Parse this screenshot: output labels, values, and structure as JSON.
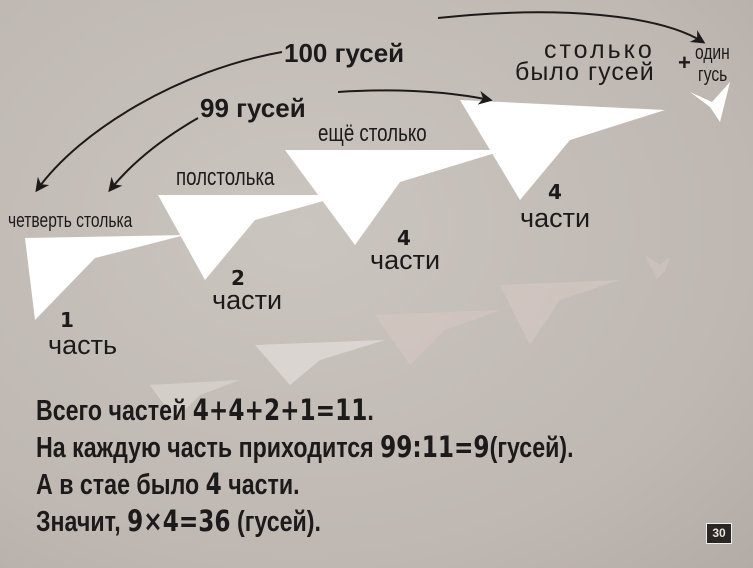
{
  "labels": {
    "hundred_geese": "100 гусей",
    "ninetynine_geese": "99 гусей",
    "same_again": "ещё столько",
    "half_as_many": "полстолька",
    "quarter_as_many": "четверть столька",
    "as_many_line1": "столько",
    "as_many_line2": "было гусей",
    "plus": "+",
    "one_goose_line1": "один",
    "one_goose_line2": "гусь"
  },
  "parts": [
    {
      "count": "4",
      "word": "части"
    },
    {
      "count": "4",
      "word": "части"
    },
    {
      "count": "2",
      "word": "части"
    },
    {
      "count": "1",
      "word": "часть"
    }
  ],
  "solution": [
    {
      "text": "Всего частей ",
      "math": "4+4+2+1=11",
      "tail": "."
    },
    {
      "text": "На каждую часть приходится ",
      "math": "99:11=9",
      "tail": "(гусей)."
    },
    {
      "text": "А в стае было ",
      "math": "4",
      "tail": " части."
    },
    {
      "text": "Значит, ",
      "math": "9×4=36",
      "tail": " (гусей)."
    }
  ],
  "frame_number": "30",
  "colors": {
    "background": "#c3bcb6",
    "ink": "#1c1a1a",
    "bird": "#ffffff"
  }
}
